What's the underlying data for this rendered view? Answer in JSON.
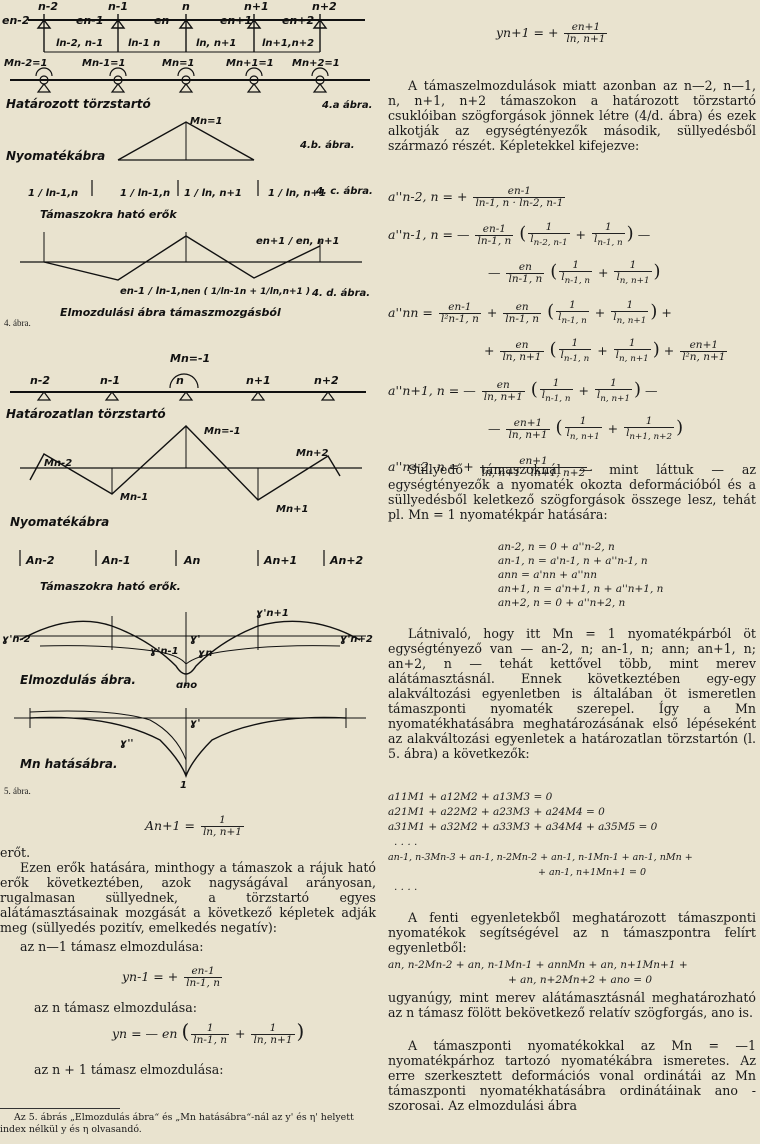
{
  "fig4": {
    "top_labels": [
      "n-2",
      "n-1",
      "n",
      "n+1",
      "n+2"
    ],
    "e_labels": [
      "en-2",
      "en-1",
      "en",
      "en+1",
      "en+2"
    ],
    "l_labels": [
      "ln-2, n-1",
      "ln-1 n",
      "ln, n+1",
      "ln+1,n+2"
    ],
    "m_labels": [
      "Mn-2=1",
      "Mn-1=1",
      "Mn=1",
      "Mn+1=1",
      "Mn+2=1"
    ],
    "a_title": "Határozott törzstartó",
    "a_tag": "4.a ábra.",
    "b_top": "Mn=1",
    "b_title": "Nyomatékábra",
    "b_tag": "4.b. ábra.",
    "c_fracs": [
      "1 / ln-1,n",
      "1 / ln-1,n",
      "1 / ln, n+1",
      "1 / ln, n+1"
    ],
    "c_title": "Támaszokra ható erők",
    "c_tag": "4. c. ábra.",
    "d_right": "en+1 / en, n+1",
    "d_left": "en-1 / ln-1,n",
    "d_mid": "en ( 1/ln-1n + 1/ln,n+1 )",
    "d_tag": "4. d. ábra.",
    "d_title": "Elmozdulási ábra támaszmozgásból",
    "caption": "4. ábra."
  },
  "fig5": {
    "top_m": "Mn=-1",
    "top_labels": [
      "n-2",
      "n-1",
      "n",
      "n+1",
      "n+2"
    ],
    "a_title": "Határozatlan törzstartó",
    "m_labels": [
      "Mn=-1",
      "Mn-2",
      "Mn+2",
      "Mn-1",
      "Mn+1"
    ],
    "nyom_title": "Nyomatékábra",
    "forces": [
      "An-2",
      "An-1",
      "An",
      "An+1",
      "An+2"
    ],
    "forces_title": "Támaszokra ható erők.",
    "elm_labels": [
      "ɣ'n-2",
      "ɣ'",
      "ɣ'n-1",
      "ɣn",
      "ɣ'n+1",
      "ɣ'n+2",
      "ɑno"
    ],
    "elm_title": "Elmozdulás ábra.",
    "hat_labels": [
      "ɣ'",
      "ɣ''",
      "1"
    ],
    "hat_title": "Mn hatásábra.",
    "caption": "5. ábra."
  },
  "left_text": {
    "a_formula_lhs": "An+1 =",
    "a_formula_num": "1",
    "a_formula_den": "ln, n+1",
    "ero": "erőt.",
    "p1": "Ezen erők hatására, minthogy a támaszok a rájuk ható erők következtében, azok nagyságával arányosan, rugalmasan süllyednek, a törzstartó egyes alátámasztásainak mozgását a következő képletek adják meg (süllyedés pozitív, emelkedés negatív):",
    "l1": "az n—1 támasz elmozdulása:",
    "y1_lhs": "yn-1 = +",
    "y1_num": "en-1",
    "y1_den": "ln-1, n",
    "l2": "az n támasz elmozdulása:",
    "y2_lhs": "yn = — en",
    "y2_a_den": "ln-1, n",
    "y2_b_den": "ln, n+1",
    "l3": "az n + 1 támasz elmozdulása:",
    "footnote": "Az 5. ábrás „Elmozdulás ábra“ és „Mn hatásábra“-nál az y' és η' helyett index nélkül y és η olvasandó."
  },
  "right_text": {
    "y3_lhs": "yn+1 = +",
    "y3_num": "en+1",
    "y3_den": "ln, n+1",
    "p1": "A támaszelmozdulások miatt azonban az n—2, n—1, n, n+1, n+2 támaszokon a határozott törzstartó csuklóiban szögforgások jönnek létre (4/d. ábra) és ezek alkotják az egységtényezők második, süllyedésből származó részét. Képletekkel kifejezve:",
    "f1": "a''n-2, n = +",
    "f1_num": "en-1",
    "f1_den": "ln-1, n · ln-2, n-1",
    "f2": "a''n-1, n = —",
    "f2_num": "en-1",
    "f2_den": "ln-1, n",
    "f2_tail": "—",
    "f2b": "—",
    "f2b_num": "en",
    "f2b_den": "ln-1, n",
    "f3": "a''nn =",
    "f3_num": "en-1",
    "f3_den": "l²n-1, n",
    "f3_mid_num": "en",
    "f3_mid_den": "ln-1, n",
    "f3b_num": "en",
    "f3b_den": "ln, n+1",
    "f3b_end_num": "en+1",
    "f3b_end_den": "l²n, n+1",
    "f4": "a''n+1, n = —",
    "f4_num": "en",
    "f4_den": "ln, n+1",
    "f4b_num": "en+1",
    "f4b_den": "ln, n+1",
    "f5": "a''n+2, n = +",
    "f5_num": "en+1",
    "f5_den": "ln, n+1 · ln+1, n+2",
    "p2": "Süllyedő támaszoknál — mint láttuk — az egységtényezők a nyomaték okozta deformációból és a süllyedésből keletkező szögforgások összege lesz, tehát pl. Mn = 1 nyomatékpár hatására:",
    "s1": "an-2, n = 0 + a''n-2, n",
    "s2": "an-1, n = a'n-1, n + a''n-1, n",
    "s3": "ann = a'nn + a''nn",
    "s4": "an+1, n = a'n+1, n + a''n+1, n",
    "s5": "an+2, n = 0 + a''n+2, n",
    "p3": "Látnivaló, hogy itt Mn = 1 nyomatékpárból öt egységtényező van — an-2, n; an-1, n; ann; an+1, n; an+2, n — tehát kettővel több, mint merev alátámasztásnál. Ennek következtében egy-egy alakváltozási egyenletben is általában öt ismeretlen támaszponti nyomaték szerepel. Így a Mn nyomatékhatásábra meghatározásának első lépéseként az alakváltozási egyenletek a határozatlan törzstartón (l. 5. ábra) a következők:",
    "e1": "a11M1 + a12M2 + a13M3 = 0",
    "e2": "a21M1 + a22M2 + a23M3 + a24M4 = 0",
    "e3": "a31M1 + a32M2 + a33M3 + a34M4 + a35M5 = 0",
    "dots1": ". . . .",
    "e4": "an-1, n-3Mn-3 + an-1, n-2Mn-2 + an-1, n-1Mn-1 + an-1, nMn +",
    "e4b": "+ an-1, n+1Mn+1 = 0",
    "dots2": ". . . .",
    "p4": "A fenti egyenletekből meghatározott támaszponti nyomatékok segítségével az n támaszpontra felírt egyenletből:",
    "e5": "an, n-2Mn-2 + an, n-1Mn-1 + annMn + an, n+1Mn+1 +",
    "e5b": "+ an, n+2Mn+2 + ano = 0",
    "p5": "ugyanúgy, mint merev alátámasztásnál meghatározható az n támasz fölött bekövetkező relatív szögforgás, ano is.",
    "p6": "A támaszponti nyomatékokkal az Mn = —1 nyomatékpárhoz tartozó nyomatékábra ismeretes. Az erre szerkesztett deformációs vonal ordinátái az Mn támaszponti nyomatékhatásábra ordinátáinak ano -szorosai. Az elmozdulási ábra"
  }
}
